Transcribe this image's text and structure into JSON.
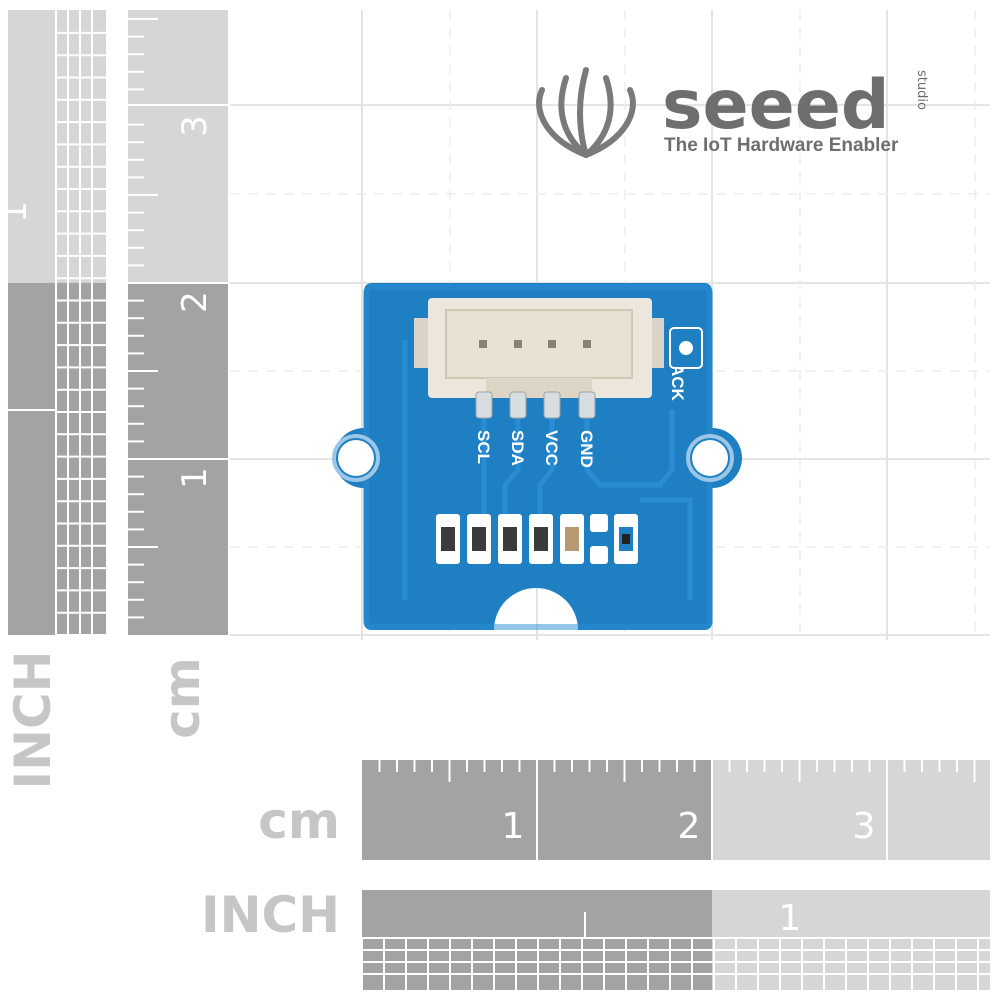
{
  "brand": {
    "name": "seeed",
    "studio": "studio",
    "tagline": "The IoT Hardware Enabler"
  },
  "rulers": {
    "vertical_inch_label": "INCH",
    "vertical_cm_label": "cm",
    "vertical_cm_numbers": [
      "1",
      "2",
      "3"
    ],
    "vertical_inch_numbers": [
      "1"
    ],
    "horizontal_cm_label": "cm",
    "horizontal_cm_numbers": [
      "1",
      "2",
      "3"
    ],
    "horizontal_inch_label": "INCH",
    "horizontal_inch_numbers": [
      "1"
    ]
  },
  "board": {
    "pin_labels": [
      "SCL",
      "SDA",
      "VCC",
      "GND"
    ],
    "edge_label": "ACK"
  },
  "colors": {
    "board_blue": "#1f7fc3",
    "ruler_dark": "#a3a3a3",
    "ruler_light": "#d6d6d6",
    "grid_line": "#e4e4e4",
    "logo_gray": "#6e6e6e"
  }
}
